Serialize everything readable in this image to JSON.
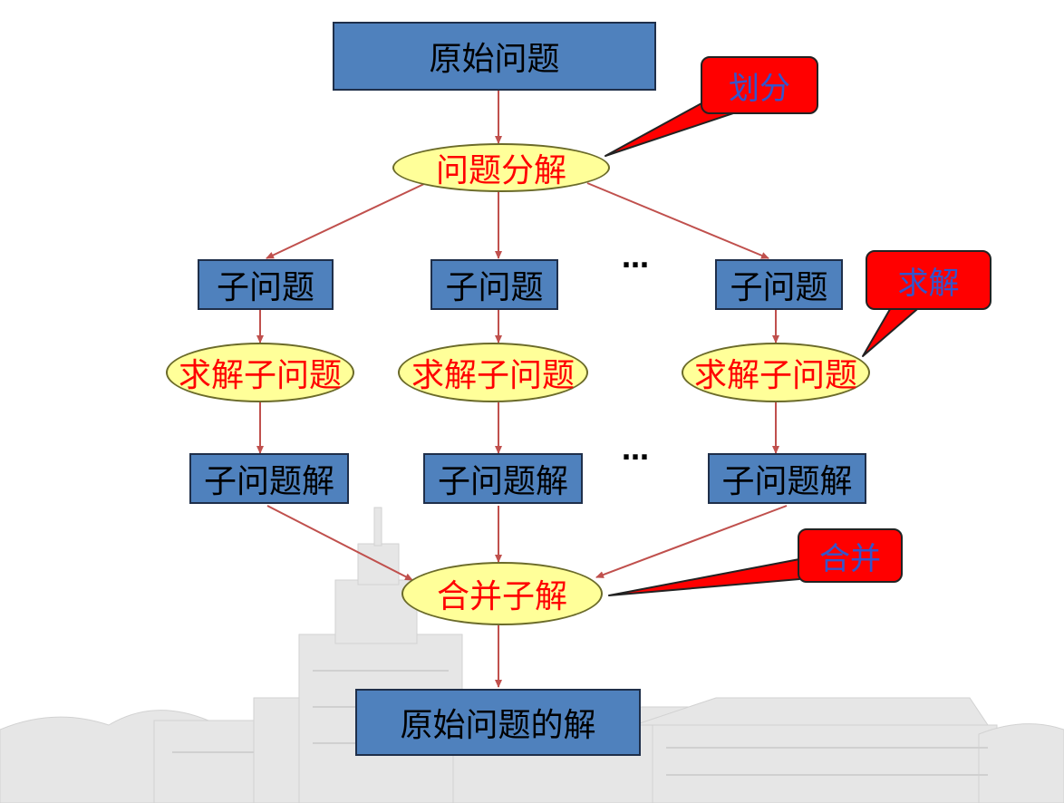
{
  "diagram": {
    "nodes": {
      "original_problem": "原始问题",
      "decompose": "问题分解",
      "sub_problems": [
        "子问题",
        "子问题",
        "子问题"
      ],
      "solve_sub": [
        "求解子问题",
        "求解子问题",
        "求解子问题"
      ],
      "sub_solutions": [
        "子问题解",
        "子问题解",
        "子问题解"
      ],
      "merge": "合并子解",
      "final_solution": "原始问题的解"
    },
    "callouts": {
      "divide": "划分",
      "solve": "求解",
      "merge": "合并"
    },
    "ellipsis": [
      "…",
      "…"
    ]
  },
  "colors": {
    "box_fill": "#4f81bd",
    "ellipse_fill": "#ffff99",
    "ellipse_text": "#ff0000",
    "callout_fill": "#ff0000",
    "callout_text": "#3355cc",
    "edge": "#c0504d"
  }
}
